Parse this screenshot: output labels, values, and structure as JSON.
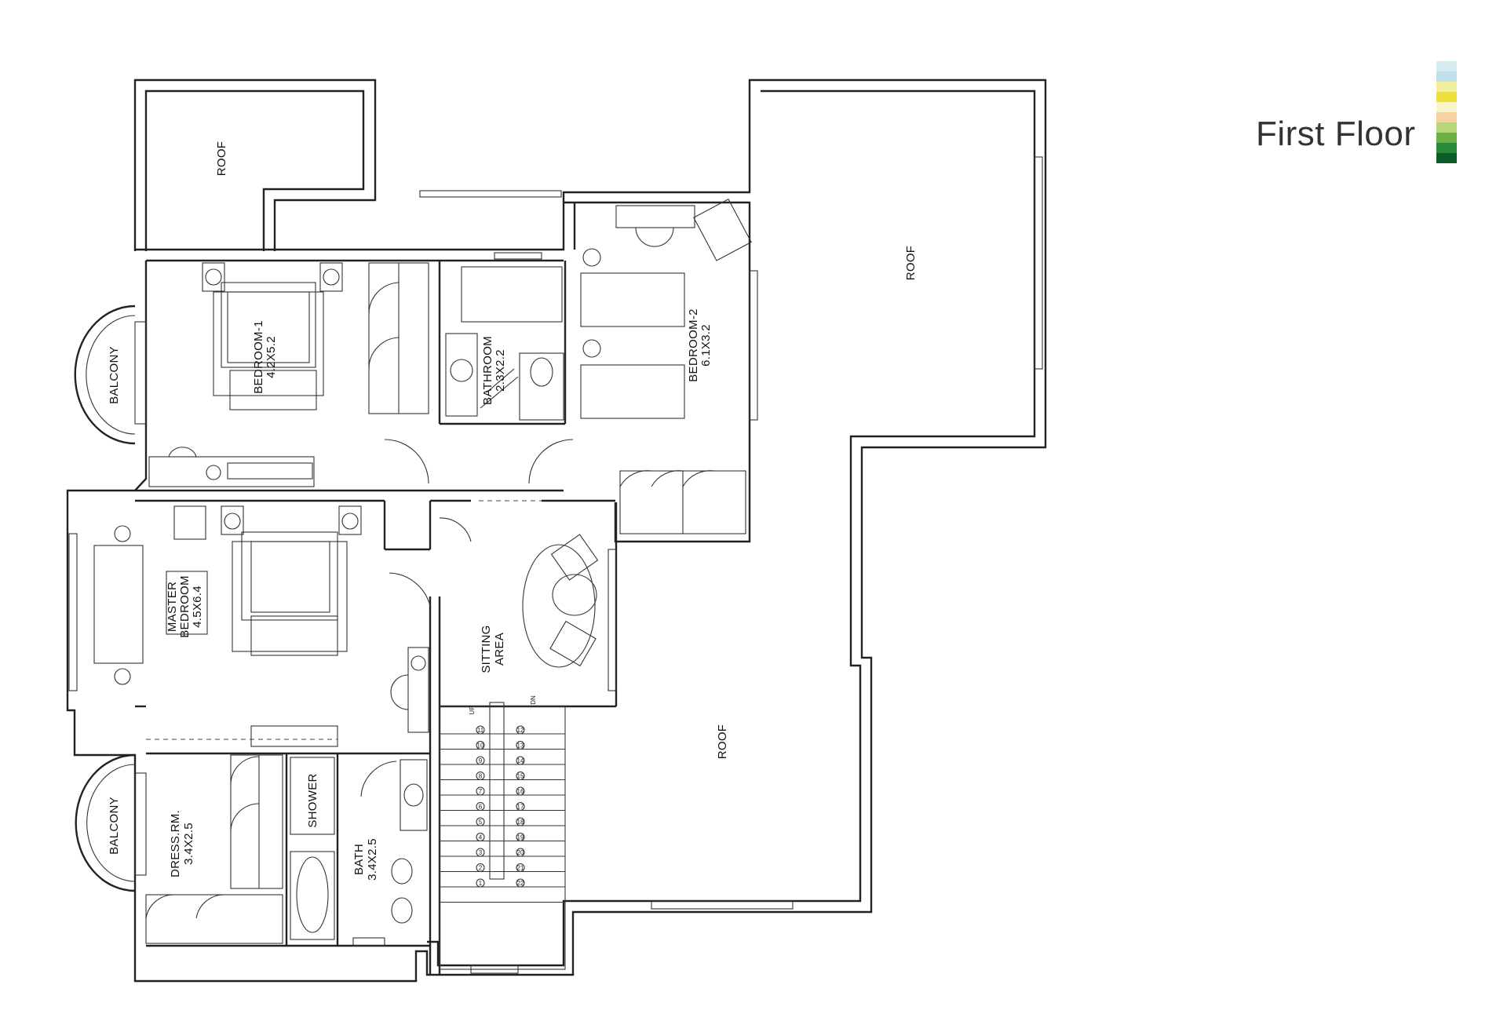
{
  "title": "First Floor",
  "swatch_colors": [
    "#d7ebf3",
    "#bfe0ec",
    "#f3ef9a",
    "#eee03a",
    "#f8f5c8",
    "#f6d2a3",
    "#b6d77a",
    "#6cb043",
    "#2a8a3c",
    "#0a5a2a"
  ],
  "labels": {
    "roof_top_left": "ROOF",
    "roof_right_upper": "ROOF",
    "roof_right_lower": "ROOF",
    "balcony_upper": "BALCONY",
    "balcony_lower": "BALCONY",
    "bedroom1_name": "BEDROOM-1",
    "bedroom1_size": "4.2X5.2",
    "bathroom_name": "BATHROOM",
    "bathroom_size": "2.3X2.2",
    "bedroom2_name": "BEDROOM-2",
    "bedroom2_size": "6.1X3.2",
    "master_line1": "MASTER",
    "master_line2": "BEDROOM",
    "master_size": "4.5X6.4",
    "sitting_line1": "SITTING",
    "sitting_line2": "AREA",
    "dress_name": "DRESS.RM.",
    "dress_size": "3.4X2.5",
    "shower": "SHOWER",
    "bath_name": "BATH",
    "bath_size": "3.4X2.5",
    "stair_dn": "DN",
    "stair_up": "UP"
  },
  "stair_steps_left": [
    "1",
    "2",
    "3",
    "4",
    "5",
    "6",
    "7",
    "8",
    "9",
    "10",
    "11"
  ],
  "stair_steps_right": [
    "22",
    "21",
    "20",
    "19",
    "18",
    "17",
    "16",
    "15",
    "14",
    "13",
    "12"
  ]
}
